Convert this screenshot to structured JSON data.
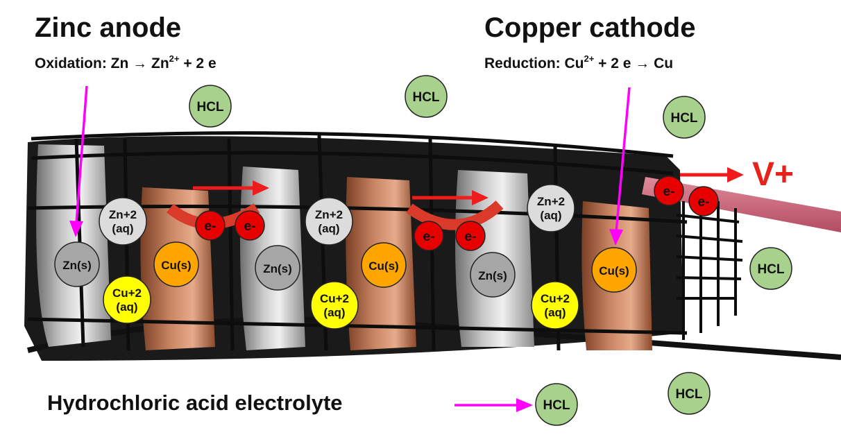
{
  "titles": {
    "anode": "Zinc anode",
    "cathode": "Copper cathode"
  },
  "reactions": {
    "oxidation": {
      "prefix": "Oxidation: Zn → Zn",
      "sup": "2+",
      "suffix": " + 2 e"
    },
    "reduction": {
      "prefix": "Reduction: Cu",
      "sup": "2+",
      "suffix": " + 2 e → Cu"
    }
  },
  "terminal": "V+",
  "electrolyte_label": "Hydrochloric acid electrolyte",
  "species": {
    "hcl": "HCL",
    "zn_solid": "Zn(s)",
    "cu_solid": "Cu(s)",
    "zn_ion": [
      "Zn+2",
      "(aq)"
    ],
    "cu_ion": [
      "Cu+2",
      "(aq)"
    ],
    "electron": "e-"
  },
  "colors": {
    "hcl_fill": "#a9d18e",
    "zn_solid_fill": "#a6a6a6",
    "zn_ion_fill": "#dcdcdc",
    "cu_solid_fill": "#ffa500",
    "cu_ion_fill": "#ffff00",
    "electron_fill": "#e60000",
    "arrow_magenta": "#ff00ff",
    "arrow_red": "#ee1c1c"
  }
}
